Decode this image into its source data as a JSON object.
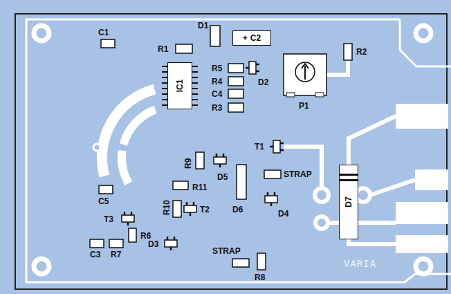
{
  "diagram": {
    "nodes": [
      {
        "text": [
          "+",
          "C2"
        ]
      },
      {
        "text": [
          "IC1"
        ]
      },
      {
        "text": [
          "D7"
        ]
      }
    ],
    "labels": [
      "C1",
      "R1",
      "D1",
      "R5",
      "D2",
      "R4",
      "C4",
      "R3",
      "P1",
      "R2",
      "T1",
      "R9",
      "D5",
      "STRAP",
      "D6",
      "D4",
      "C5",
      "R11",
      "R10",
      "T2",
      "T3",
      "R6",
      "R7",
      "C3",
      "D3",
      "STRAP",
      "R8",
      "VARIA"
    ]
  }
}
